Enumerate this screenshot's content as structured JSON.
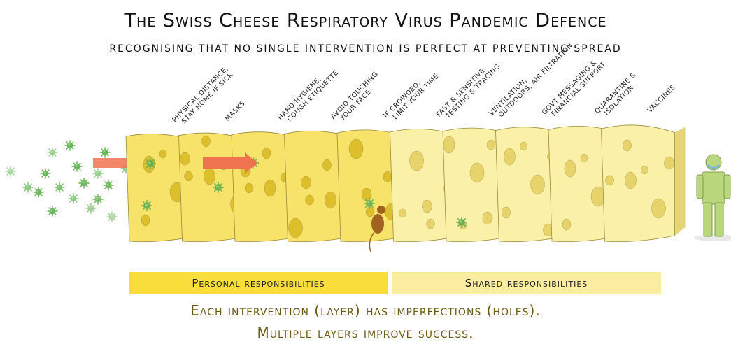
{
  "title": "The Swiss Cheese Respiratory Virus Pandemic Defence",
  "subtitle": "Recognising that no single intervention is perfect at preventing spread",
  "layers": [
    {
      "label1": "Physical distance,",
      "label2": "stay home if sick",
      "group": "personal"
    },
    {
      "label1": "Masks",
      "label2": "",
      "group": "personal"
    },
    {
      "label1": "Hand hygiene,",
      "label2": "cough etiquette",
      "group": "personal"
    },
    {
      "label1": "Avoid touching",
      "label2": "your face",
      "group": "personal"
    },
    {
      "label1": "If crowded,",
      "label2": "limit your time",
      "group": "personal"
    },
    {
      "label1": "Fast & sensitive",
      "label2": "testing & tracing",
      "group": "shared"
    },
    {
      "label1": "Ventilation,",
      "label2": "outdoors, air filtration",
      "group": "shared"
    },
    {
      "label1": "Govt messaging &",
      "label2": "financial support",
      "group": "shared"
    },
    {
      "label1": "Quarantine &",
      "label2": "isolation",
      "group": "shared"
    },
    {
      "label1": "Vaccines",
      "label2": "",
      "group": "shared"
    }
  ],
  "bars": {
    "personal": "Personal responsibilities",
    "shared": "Shared responsibilities"
  },
  "footer": {
    "line1": "Each intervention (layer) has imperfections (holes).",
    "line2": "Multiple layers improve success."
  },
  "colors": {
    "personal_cheese": "#f7e36a",
    "personal_edge": "#d7b51c",
    "shared_cheese": "#fbf0a8",
    "shared_edge": "#e2cd5e",
    "virus": "#5fae4f",
    "arrow": "#f0734f",
    "person": "#b9d77d",
    "mouse": "#a0621f"
  }
}
